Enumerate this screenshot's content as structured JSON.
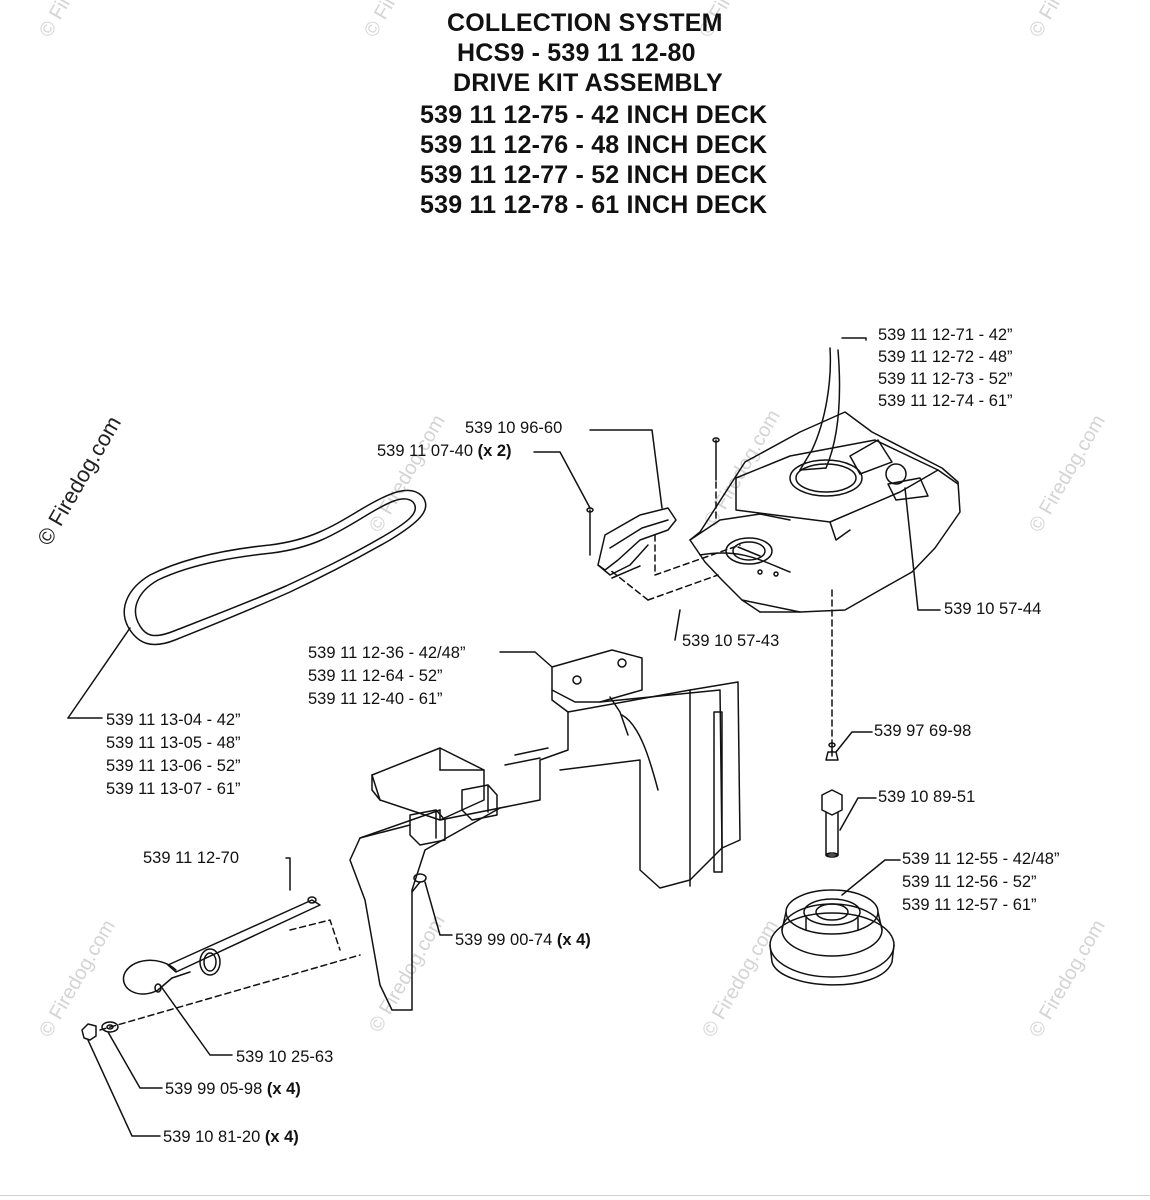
{
  "header": {
    "line1": "COLLECTION SYSTEM",
    "line2": "HCS9 - 539 11 12-80",
    "line3": "DRIVE KIT ASSEMBLY",
    "line4": "539 11 12-75 - 42 INCH DECK",
    "line5": "539 11 12-76 - 48 INCH DECK",
    "line6": "539 11 12-77 - 52 INCH DECK",
    "line7": "539 11 12-78 - 61 INCH DECK"
  },
  "watermark": {
    "main": "© Firedog.com",
    "faint": "© Firedog.com"
  },
  "parts": {
    "guard": [
      "539 11 12-71 - 42”",
      "539 11 12-72 - 48”",
      "539 11 12-73 - 52”",
      "539 11 12-74 - 61”"
    ],
    "latch": "539 10 96-60",
    "pin": {
      "number": "539 11 07-40",
      "qty": "(x 2)"
    },
    "decal_left": "539 10 57-43",
    "decal_right": "539 10 57-44",
    "bracket": [
      "539 11 12-36 - 42/48”",
      "539 11 12-64 - 52”",
      "539 11 12-40 - 61”"
    ],
    "belt": [
      "539 11 13-04 - 42”",
      "539 11 13-05 - 48”",
      "539 11 13-06 - 52”",
      "539 11 13-07 - 61”"
    ],
    "fitting": "539 97 69-98",
    "spacer": "539 10 89-51",
    "pulley": [
      "539 11 12-55 - 42/48”",
      "539 11 12-56 - 52”",
      "539 11 12-57 - 61”"
    ],
    "rod": "539 11 12-70",
    "bolt": {
      "number": "539 99 00-74",
      "qty": "(x 4)"
    },
    "clip": "539 10 25-63",
    "washer": {
      "number": "539 99 05-98",
      "qty": "(x 4)"
    },
    "nut": {
      "number": "539 10 81-20",
      "qty": "(x 4)"
    }
  }
}
